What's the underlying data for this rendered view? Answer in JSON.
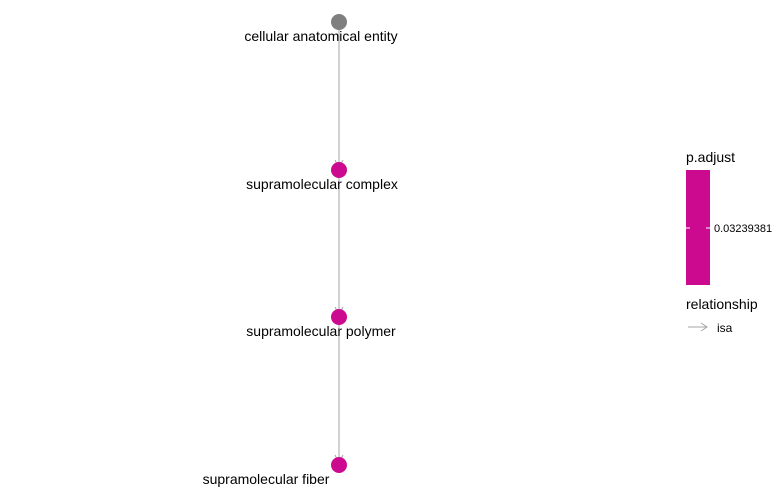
{
  "graph": {
    "nodes": [
      {
        "label": "cellular anatomical entity",
        "color": "#7f7f7f"
      },
      {
        "label": "supramolecular complex",
        "color": "#cc0a8f"
      },
      {
        "label": "supramolecular polymer",
        "color": "#cc0a8f"
      },
      {
        "label": "supramolecular fiber",
        "color": "#cc0a8f"
      }
    ],
    "edges": [
      {
        "from": 0,
        "to": 1,
        "relationship": "isa"
      },
      {
        "from": 1,
        "to": 2,
        "relationship": "isa"
      },
      {
        "from": 2,
        "to": 3,
        "relationship": "isa"
      }
    ],
    "edge_color": "#a6a6a6"
  },
  "legend": {
    "color_title": "p.adjust",
    "color_value": "0.03239381",
    "color": "#cc0a8f",
    "edge_title": "relationship",
    "edge_label": "isa"
  }
}
